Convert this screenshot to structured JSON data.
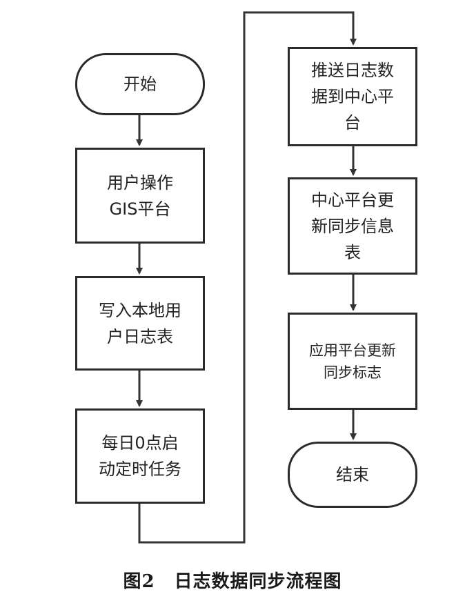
{
  "nodes": {
    "start": "开始",
    "user_op": "用户操作\nGIS平台",
    "write_log": "写入本地用\n户日志表",
    "timer": "每日0点启\n动定时任务",
    "push": "推送日志数\n据到中心平\n台",
    "center_update": "中心平台更\n新同步信息\n表",
    "app_update": "应用平台更新\n同步标志",
    "end": "结束"
  },
  "caption": {
    "number": "图2",
    "title": "日志数据同步流程图"
  }
}
